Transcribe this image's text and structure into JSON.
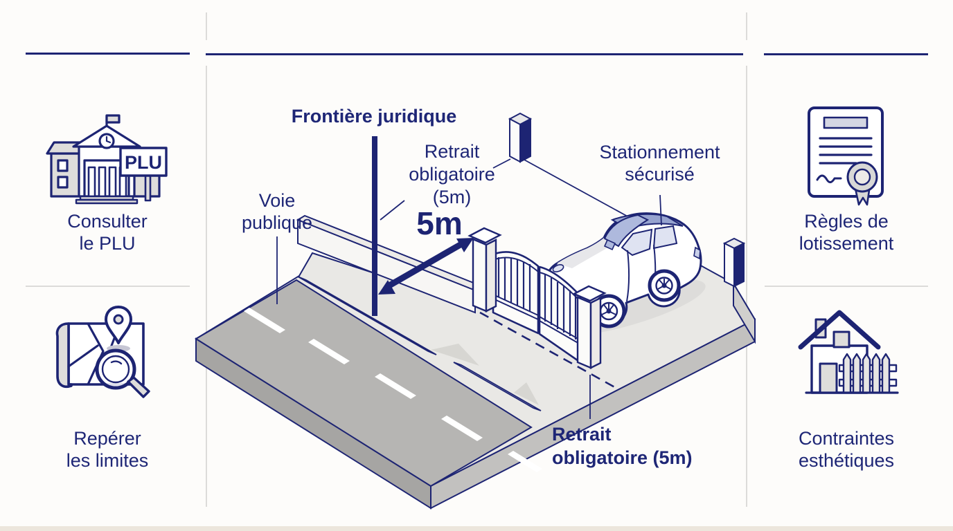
{
  "center": {
    "boundary_label": "Frontière juridique",
    "setback_top_line1": "Retrait",
    "setback_top_line2": "obligatoire",
    "setback_top_line3": "(5m)",
    "distance_value": "5m",
    "parking_line1": "Stationnement",
    "parking_line2": "sécurisé",
    "road_line1": "Voie",
    "road_line2": "publique",
    "setback_bottom_line1": "Retrait",
    "setback_bottom_line2": "obligatoire (5m)"
  },
  "left_column": {
    "item1": {
      "line1": "Consulter",
      "line2": "le PLU",
      "sign_text": "PLU"
    },
    "item2": {
      "line1": "Repérer",
      "line2": "les limites"
    }
  },
  "right_column": {
    "item1": {
      "line1": "Règles de",
      "line2": "lotissement"
    },
    "item2": {
      "line1": "Contraintes",
      "line2": "esthétiques"
    }
  },
  "colors": {
    "navy": "#1d2473",
    "road_gray": "#b6b5b3",
    "ground_light": "#e9e8e5",
    "glass_blue": "#aeb9dd"
  }
}
